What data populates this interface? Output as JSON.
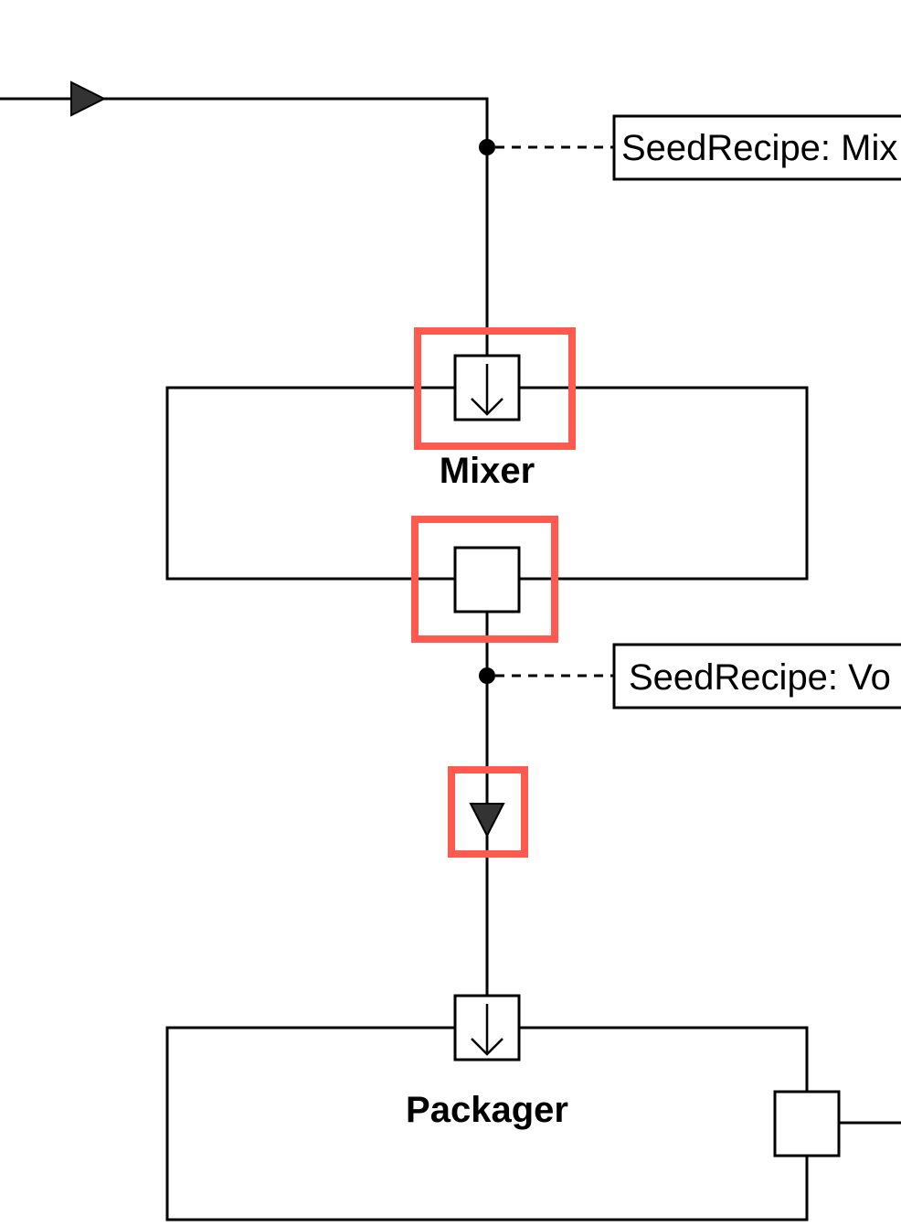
{
  "blocks": {
    "mixer": {
      "label": "Mixer"
    },
    "packager": {
      "label": "Packager"
    }
  },
  "notes": {
    "mixer_input": {
      "label": "SeedRecipe: Mix"
    },
    "mixer_output": {
      "label": "SeedRecipe: Vo"
    }
  },
  "colors": {
    "line": "#000000",
    "arrow_fill": "#333333",
    "highlight": "#FF5A4F",
    "background": "#FFFFFF"
  },
  "icons": {
    "port_in": "arrow-down-icon",
    "port_out": "square-port-icon",
    "flow_arrow": "triangle-arrow-icon"
  }
}
